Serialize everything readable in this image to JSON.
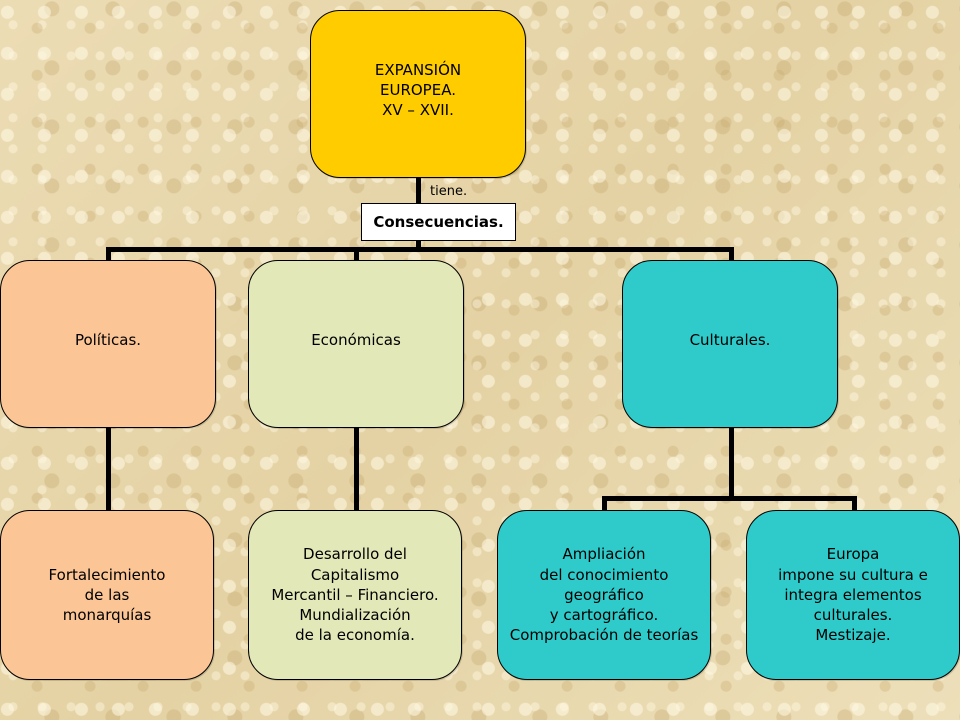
{
  "root": {
    "label": "EXPANSIÓN\nEUROPEA.\nXV – XVII."
  },
  "connector": {
    "verb": "tiene.",
    "label": "Consecuencias."
  },
  "categories": [
    {
      "label": "Políticas."
    },
    {
      "label": "Económicas"
    },
    {
      "label": "Culturales."
    }
  ],
  "details": [
    {
      "label": "Fortalecimiento\nde las\nmonarquías"
    },
    {
      "label": "Desarrollo del\nCapitalismo\nMercantil – Financiero.\nMundialización\nde la economía."
    },
    {
      "label": "Ampliación\ndel conocimiento\ngeográfico\ny cartográfico.\nComprobación de teorías"
    },
    {
      "label": "Europa\nimpone su cultura e\nintegra elementos\nculturales.\nMestizaje."
    }
  ],
  "colors": {
    "root": "#ffcc00",
    "politicas": "#fbc596",
    "economicas": "#e2e8b8",
    "culturales": "#2fcbcb",
    "connector": "#ffffff",
    "lines": "#000000"
  }
}
